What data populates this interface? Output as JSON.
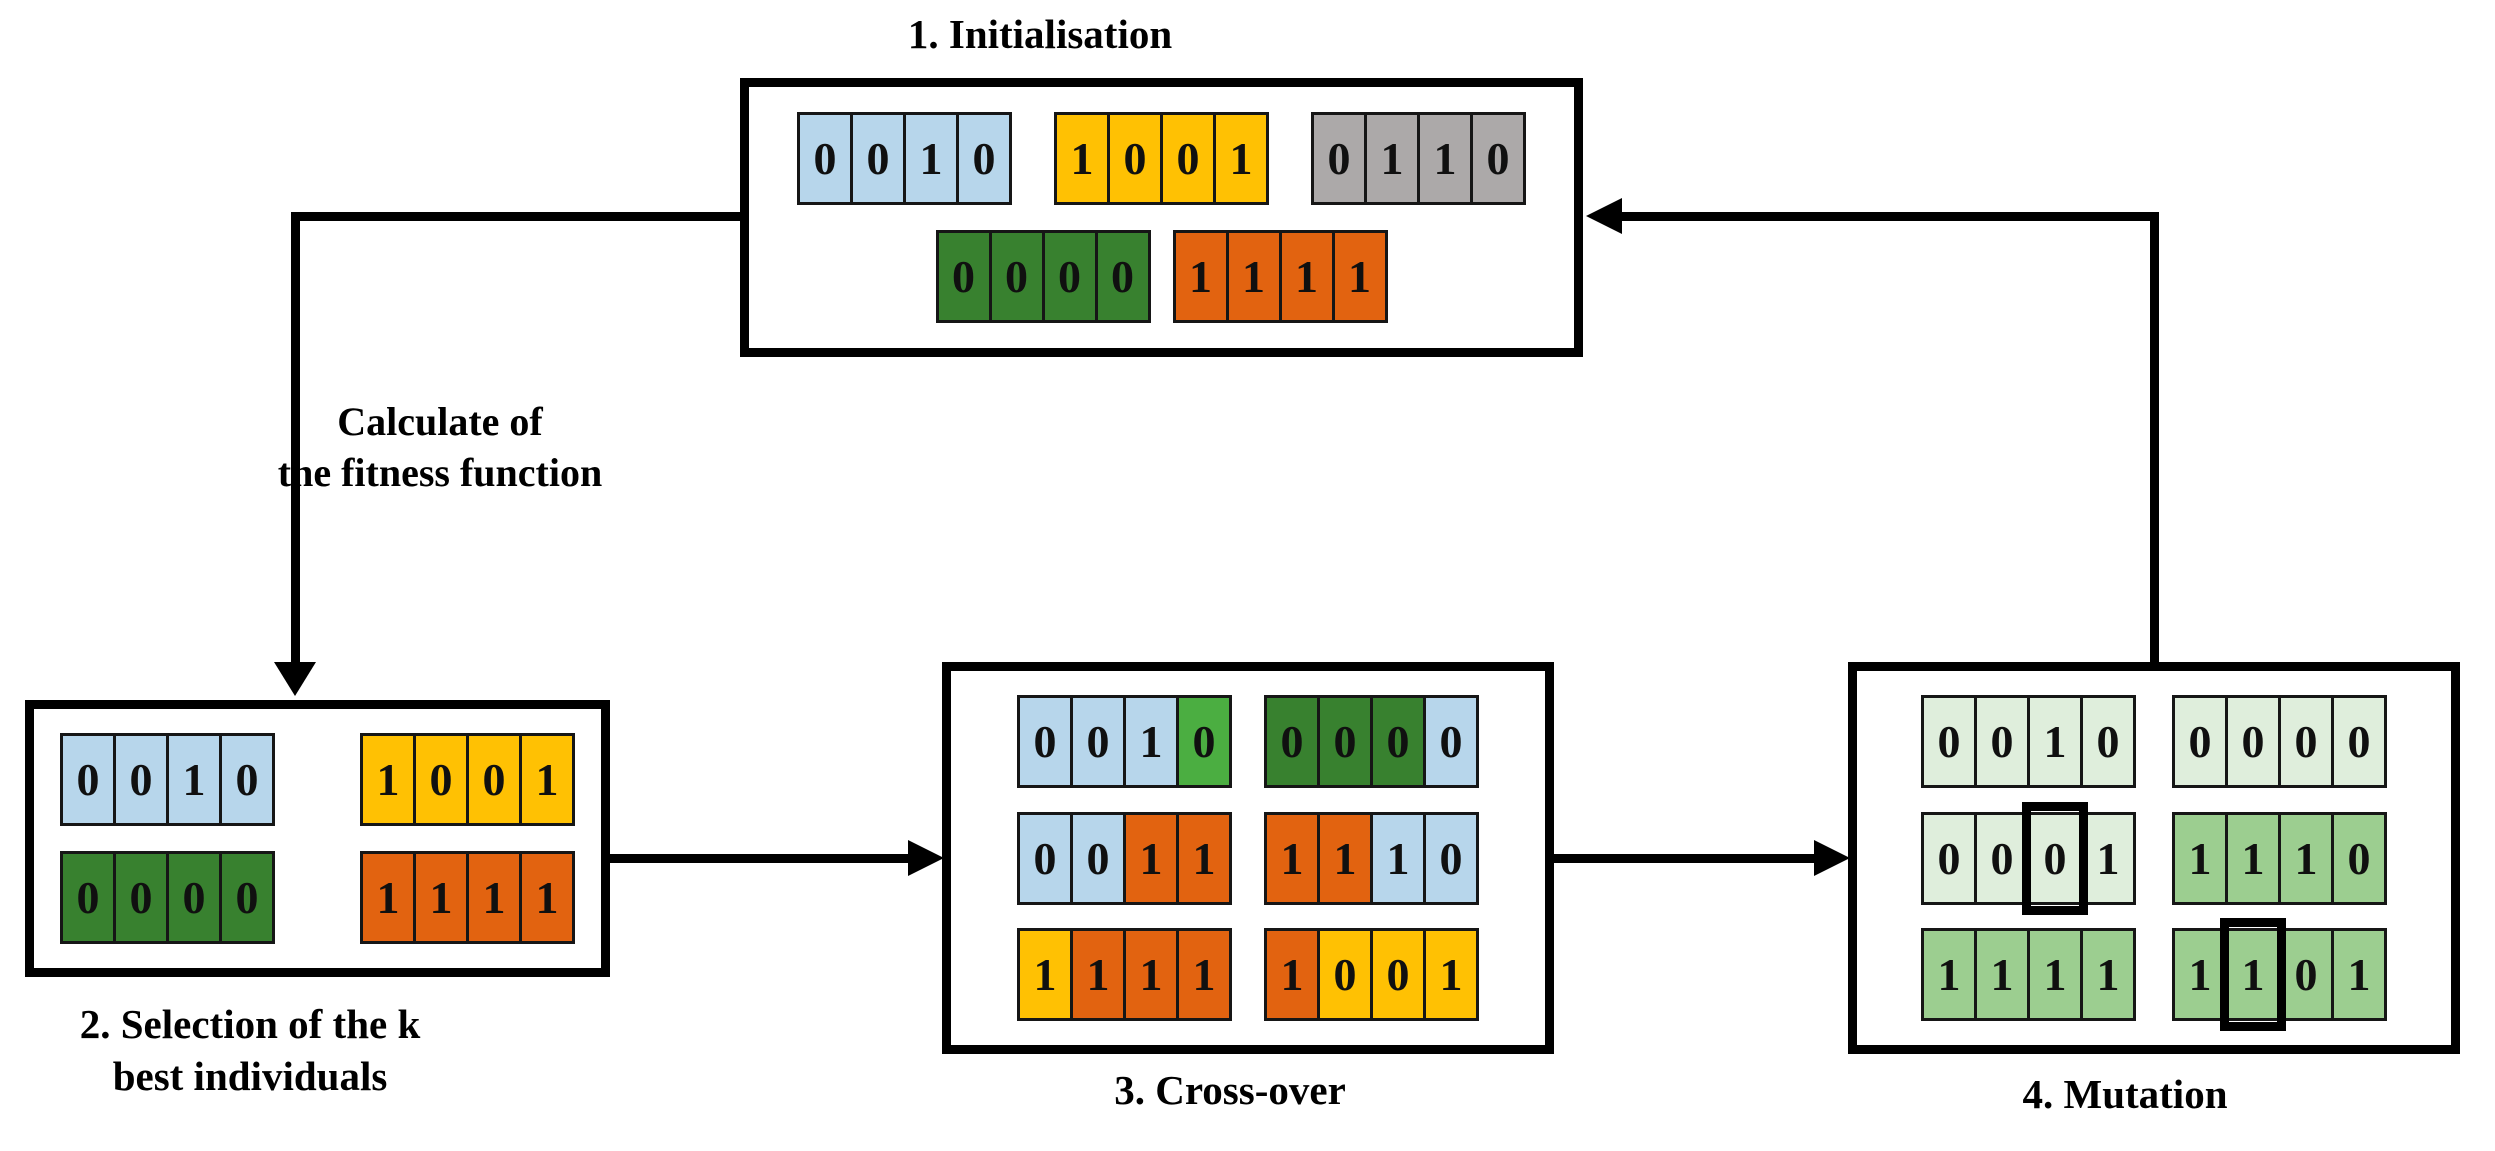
{
  "palette": {
    "blue": "#B7D6EB",
    "gold": "#FFC103",
    "gray": "#ACA9A9",
    "green": "#38812F",
    "orange": "#E26310",
    "bright_green": "#4BAE41",
    "light_green": "#DFEEDC",
    "medium_green": "#9CCE90",
    "line": "#000000"
  },
  "arrow_label": "Calculate of\nthe fitness function",
  "arrows": [
    {
      "from": "initialisation",
      "to": "selection",
      "label": "Calculate of the fitness function"
    },
    {
      "from": "selection",
      "to": "crossover",
      "label": ""
    },
    {
      "from": "crossover",
      "to": "mutation",
      "label": ""
    },
    {
      "from": "mutation",
      "to": "initialisation",
      "label": ""
    }
  ],
  "boxes": [
    {
      "name": "initialisation",
      "label": "1. Initialisation",
      "rows": [
        [
          {
            "cells": [
              {
                "v": "0",
                "c": "blue"
              },
              {
                "v": "0",
                "c": "blue"
              },
              {
                "v": "1",
                "c": "blue"
              },
              {
                "v": "0",
                "c": "blue"
              }
            ]
          },
          {
            "cells": [
              {
                "v": "1",
                "c": "gold"
              },
              {
                "v": "0",
                "c": "gold"
              },
              {
                "v": "0",
                "c": "gold"
              },
              {
                "v": "1",
                "c": "gold"
              }
            ]
          },
          {
            "cells": [
              {
                "v": "0",
                "c": "gray"
              },
              {
                "v": "1",
                "c": "gray"
              },
              {
                "v": "1",
                "c": "gray"
              },
              {
                "v": "0",
                "c": "gray"
              }
            ]
          }
        ],
        [
          {
            "cells": [
              {
                "v": "0",
                "c": "green"
              },
              {
                "v": "0",
                "c": "green"
              },
              {
                "v": "0",
                "c": "green"
              },
              {
                "v": "0",
                "c": "green"
              }
            ]
          },
          {
            "cells": [
              {
                "v": "1",
                "c": "orange"
              },
              {
                "v": "1",
                "c": "orange"
              },
              {
                "v": "1",
                "c": "orange"
              },
              {
                "v": "1",
                "c": "orange"
              }
            ]
          }
        ]
      ]
    },
    {
      "name": "selection",
      "label": "2. Selection of the k\nbest individuals",
      "rows": [
        [
          {
            "cells": [
              {
                "v": "0",
                "c": "blue"
              },
              {
                "v": "0",
                "c": "blue"
              },
              {
                "v": "1",
                "c": "blue"
              },
              {
                "v": "0",
                "c": "blue"
              }
            ]
          },
          {
            "cells": [
              {
                "v": "1",
                "c": "gold"
              },
              {
                "v": "0",
                "c": "gold"
              },
              {
                "v": "0",
                "c": "gold"
              },
              {
                "v": "1",
                "c": "gold"
              }
            ]
          }
        ],
        [
          {
            "cells": [
              {
                "v": "0",
                "c": "green"
              },
              {
                "v": "0",
                "c": "green"
              },
              {
                "v": "0",
                "c": "green"
              },
              {
                "v": "0",
                "c": "green"
              }
            ]
          },
          {
            "cells": [
              {
                "v": "1",
                "c": "orange"
              },
              {
                "v": "1",
                "c": "orange"
              },
              {
                "v": "1",
                "c": "orange"
              },
              {
                "v": "1",
                "c": "orange"
              }
            ]
          }
        ]
      ]
    },
    {
      "name": "crossover",
      "label": "3. Cross-over",
      "rows": [
        [
          {
            "cells": [
              {
                "v": "0",
                "c": "blue"
              },
              {
                "v": "0",
                "c": "blue"
              },
              {
                "v": "1",
                "c": "blue"
              },
              {
                "v": "0",
                "c": "bright_green"
              }
            ]
          },
          {
            "cells": [
              {
                "v": "0",
                "c": "green"
              },
              {
                "v": "0",
                "c": "green"
              },
              {
                "v": "0",
                "c": "green"
              },
              {
                "v": "0",
                "c": "blue"
              }
            ]
          }
        ],
        [
          {
            "cells": [
              {
                "v": "0",
                "c": "blue"
              },
              {
                "v": "0",
                "c": "blue"
              },
              {
                "v": "1",
                "c": "orange"
              },
              {
                "v": "1",
                "c": "orange"
              }
            ]
          },
          {
            "cells": [
              {
                "v": "1",
                "c": "orange"
              },
              {
                "v": "1",
                "c": "orange"
              },
              {
                "v": "1",
                "c": "blue"
              },
              {
                "v": "0",
                "c": "blue"
              }
            ]
          }
        ],
        [
          {
            "cells": [
              {
                "v": "1",
                "c": "gold"
              },
              {
                "v": "1",
                "c": "orange"
              },
              {
                "v": "1",
                "c": "orange"
              },
              {
                "v": "1",
                "c": "orange"
              }
            ]
          },
          {
            "cells": [
              {
                "v": "1",
                "c": "orange"
              },
              {
                "v": "0",
                "c": "gold"
              },
              {
                "v": "0",
                "c": "gold"
              },
              {
                "v": "1",
                "c": "gold"
              }
            ]
          }
        ]
      ]
    },
    {
      "name": "mutation",
      "label": "4. Mutation",
      "rows": [
        [
          {
            "cells": [
              {
                "v": "0",
                "c": "light_green"
              },
              {
                "v": "0",
                "c": "light_green"
              },
              {
                "v": "1",
                "c": "light_green"
              },
              {
                "v": "0",
                "c": "light_green"
              }
            ]
          },
          {
            "cells": [
              {
                "v": "0",
                "c": "light_green"
              },
              {
                "v": "0",
                "c": "light_green"
              },
              {
                "v": "0",
                "c": "light_green"
              },
              {
                "v": "0",
                "c": "light_green"
              }
            ]
          }
        ],
        [
          {
            "cells": [
              {
                "v": "0",
                "c": "light_green"
              },
              {
                "v": "0",
                "c": "light_green"
              },
              {
                "v": "0",
                "c": "light_green",
                "m": true
              },
              {
                "v": "1",
                "c": "light_green"
              }
            ]
          },
          {
            "cells": [
              {
                "v": "1",
                "c": "medium_green"
              },
              {
                "v": "1",
                "c": "medium_green"
              },
              {
                "v": "1",
                "c": "medium_green"
              },
              {
                "v": "0",
                "c": "medium_green"
              }
            ]
          }
        ],
        [
          {
            "cells": [
              {
                "v": "1",
                "c": "medium_green"
              },
              {
                "v": "1",
                "c": "medium_green"
              },
              {
                "v": "1",
                "c": "medium_green"
              },
              {
                "v": "1",
                "c": "medium_green"
              }
            ]
          },
          {
            "cells": [
              {
                "v": "1",
                "c": "medium_green"
              },
              {
                "v": "1",
                "c": "medium_green",
                "m": true
              },
              {
                "v": "0",
                "c": "medium_green"
              },
              {
                "v": "1",
                "c": "medium_green"
              }
            ]
          }
        ]
      ]
    }
  ]
}
